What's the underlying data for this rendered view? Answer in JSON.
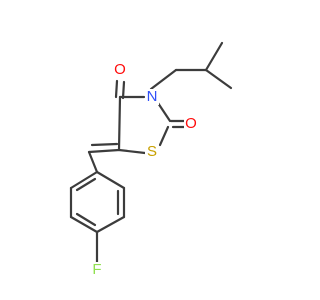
{
  "molecule": {
    "atoms": {
      "O1": {
        "symbol": "O",
        "color": "#ff0d0d"
      },
      "N": {
        "symbol": "N",
        "color": "#3050f8"
      },
      "O2": {
        "symbol": "O",
        "color": "#ff0d0d"
      },
      "S": {
        "symbol": "S",
        "color": "#c8a000"
      },
      "F": {
        "symbol": "F",
        "color": "#90e050"
      }
    },
    "bond_color": "#3c3c3c"
  }
}
